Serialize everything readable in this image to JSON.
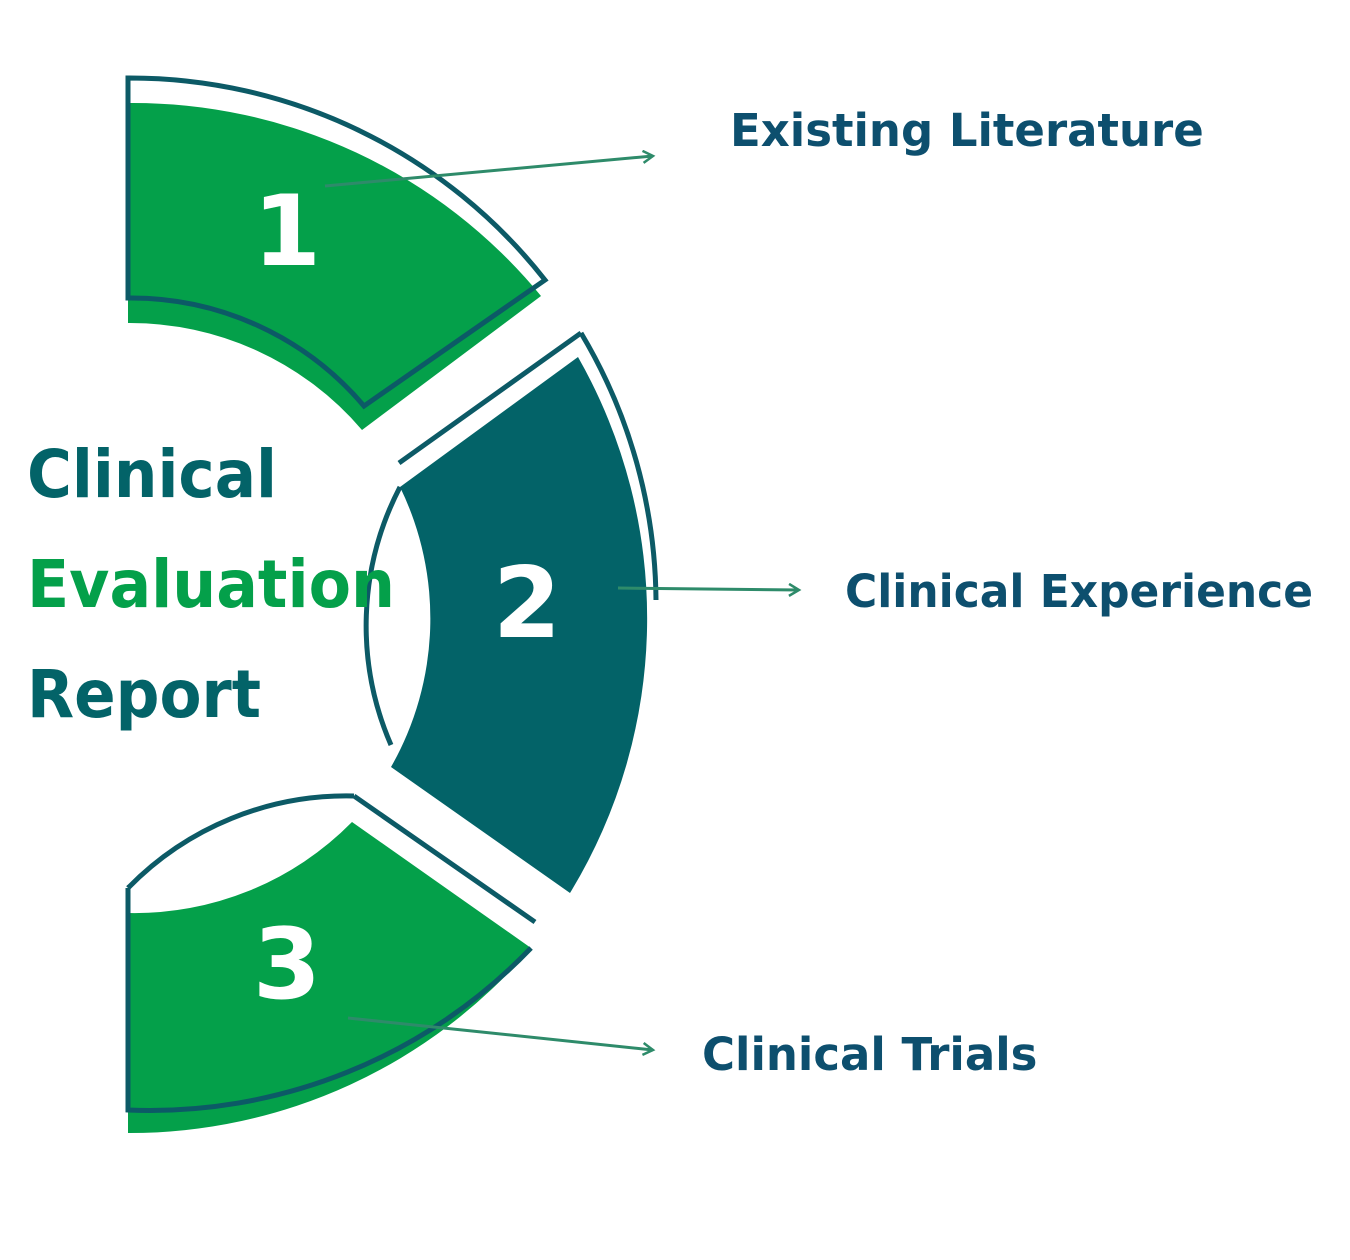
{
  "title": {
    "line1": "Clinical",
    "line2": "Evaluation",
    "line3": "Report"
  },
  "segments": [
    {
      "number": "1",
      "label": "Existing Literature"
    },
    {
      "number": "2",
      "label": "Clinical Experience"
    },
    {
      "number": "3",
      "label": "Clinical Trials"
    }
  ],
  "colors": {
    "green": "#04a04a",
    "teal": "#036368",
    "navy": "#0d4f6e",
    "outline": "#0c5a66",
    "white": "#ffffff"
  }
}
